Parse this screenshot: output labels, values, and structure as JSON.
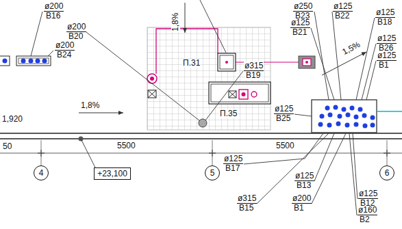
{
  "diagram": {
    "nodes": [
      {
        "text": [
          "4"
        ]
      },
      {
        "text": [
          "+23,100"
        ]
      },
      {
        "text": [
          "5"
        ]
      },
      {
        "text": [
          "6"
        ]
      }
    ],
    "labels": [
      "ø200",
      "B16",
      "ø200",
      "B20",
      "ø200",
      "B24",
      "1,8%",
      "ø250",
      "B23",
      "ø125",
      "B22",
      "ø125",
      "B18",
      "ø125",
      "B21",
      "ø125",
      "B26",
      "ø125",
      "B1",
      "1,5%",
      "П.31",
      "ø315",
      "B19",
      "П.35",
      "1,8%",
      "1,920",
      "ø125",
      "B25",
      "50",
      "5500",
      "5500",
      "ø125",
      "B17",
      "ø125",
      "B13",
      "ø315",
      "B15",
      "ø200",
      "B1",
      "ø125",
      "B12",
      "ø160",
      "B2"
    ]
  }
}
